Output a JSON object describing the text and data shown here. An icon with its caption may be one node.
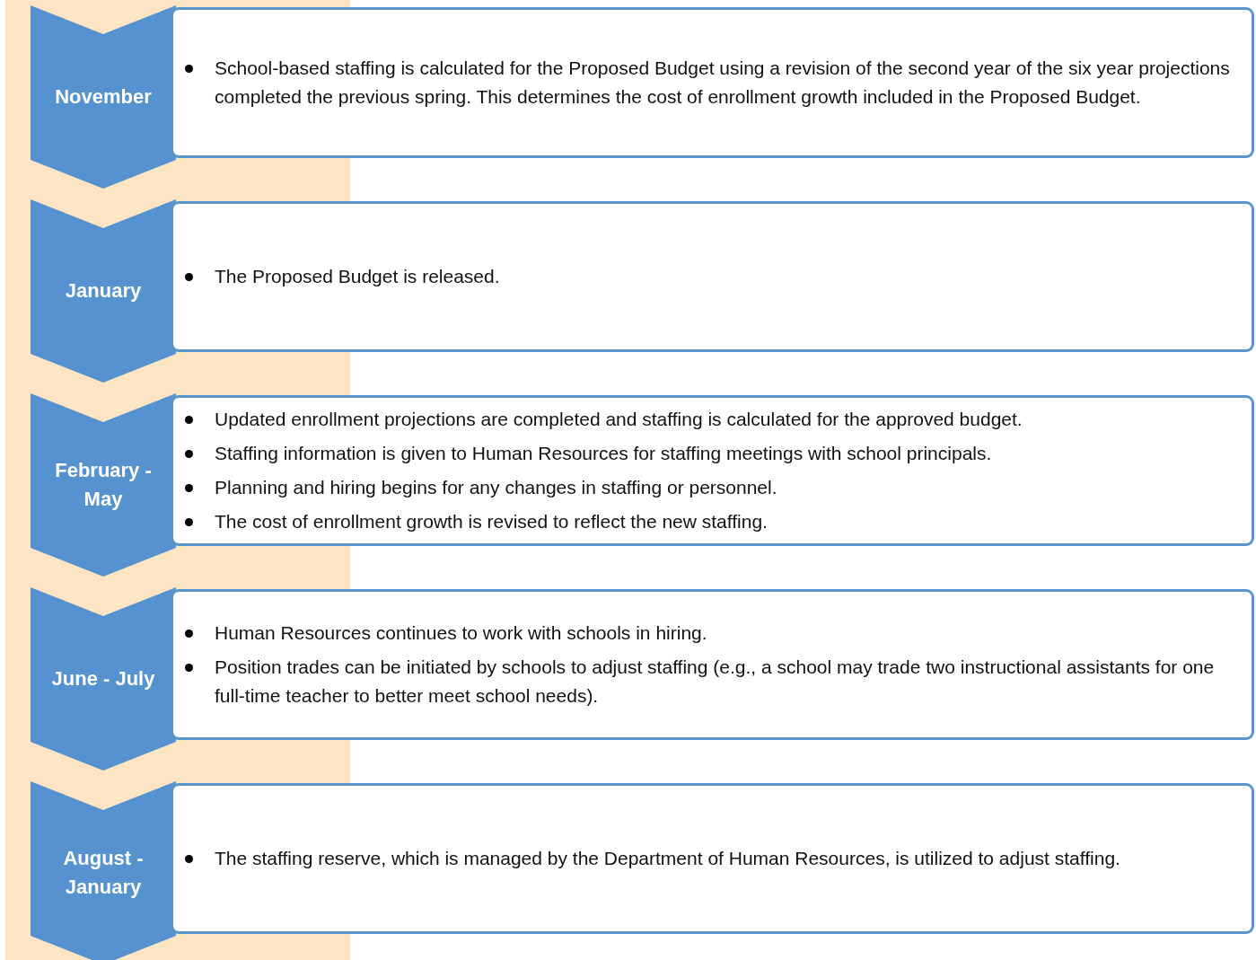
{
  "diagram": {
    "nodes": [
      {
        "text": [
          "November"
        ]
      },
      {
        "text": [
          "School-based staffing is calculated for the Proposed Budget using a revision of the second year of the six year projections completed the previous spring. This determines the cost of enrollment growth included in the Proposed Budget."
        ]
      },
      {
        "text": [
          "January"
        ]
      },
      {
        "text": [
          "The Proposed Budget is released."
        ]
      },
      {
        "text": [
          "February - May"
        ]
      },
      {
        "text": [
          "Updated enrollment projections are completed and staffing is calculated for the approved budget.",
          "Staffing information is given to Human Resources for staffing meetings with school principals.",
          "Planning and hiring begins for any changes in staffing or personnel.",
          "The cost of enrollment growth is revised to reflect the new staffing."
        ]
      },
      {
        "text": [
          "June - July"
        ]
      },
      {
        "text": [
          "Human Resources continues to work with schools in hiring.",
          "Position trades can be initiated by schools to adjust staffing (e.g., a school may trade two instructional assistants for one full-time teacher to better meet school needs)."
        ]
      },
      {
        "text": [
          "August - January"
        ]
      },
      {
        "text": [
          "The staffing reserve, which is managed by the Department of Human Resources, is utilized to adjust staffing."
        ]
      }
    ]
  }
}
